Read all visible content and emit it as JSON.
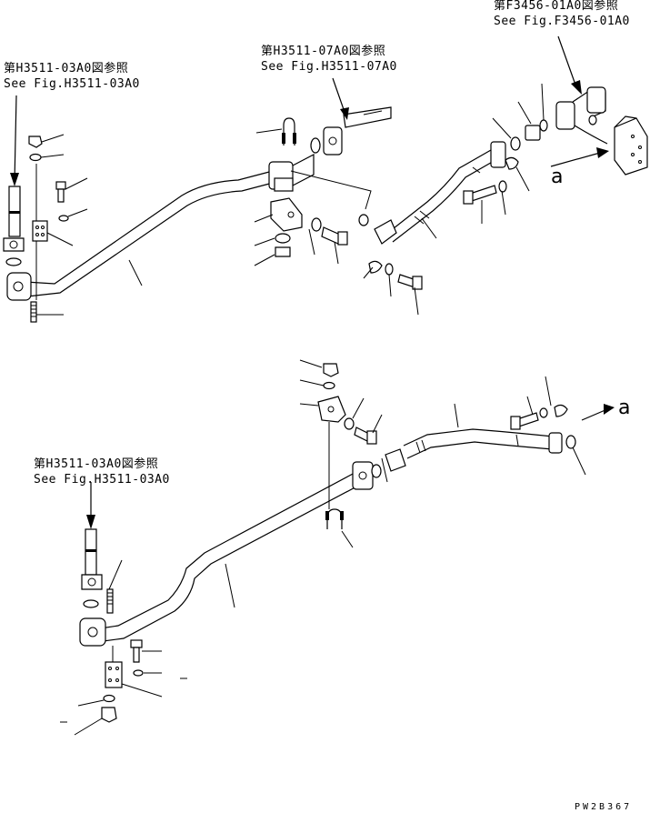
{
  "references": [
    {
      "id": "ref_top_left",
      "jp": "第H3511-03A0図参照",
      "en": "See Fig.H3511-03A0"
    },
    {
      "id": "ref_top_center",
      "jp": "第H3511-07A0図参照",
      "en": "See Fig.H3511-07A0"
    },
    {
      "id": "ref_top_right",
      "jp": "第F3456-01A0図参照",
      "en": "See Fig.F3456-01A0"
    },
    {
      "id": "ref_bottom_left",
      "jp": "第H3511-03A0図参照",
      "en": "See Fig.H3511-03A0"
    }
  ],
  "connection_marks": {
    "upper": "a",
    "lower": "a"
  },
  "drawing_code": "PW2B367"
}
